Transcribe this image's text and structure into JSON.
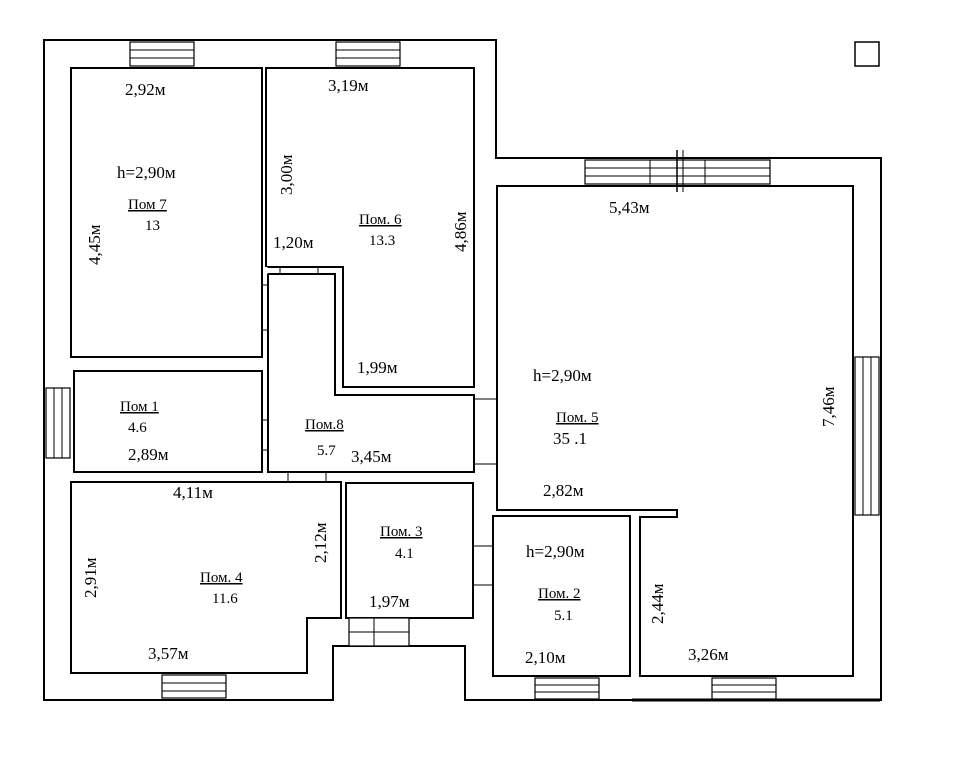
{
  "rooms": {
    "r7": {
      "name": "Пом 7",
      "area": "13",
      "height": "h=2,90м",
      "dims": [
        "2,92м",
        "4,45м"
      ]
    },
    "r6": {
      "name": "Пом. 6",
      "area": "13.3",
      "dims": [
        "3,19м",
        "3,00м",
        "4,86м",
        "1,20м",
        "1,99м"
      ]
    },
    "r1": {
      "name": "Пом 1",
      "area": "4.6",
      "dims": [
        "2,89м"
      ]
    },
    "r8": {
      "name": "Пом.8",
      "area": "5.7",
      "dims": [
        "3,45м"
      ]
    },
    "r5": {
      "name": "Пом. 5",
      "area": "35 .1",
      "height": "h=2,90м",
      "dims": [
        "5,43м",
        "7,46м",
        "2,82м",
        "2,44м",
        "3,26м"
      ]
    },
    "r4": {
      "name": "Пом. 4",
      "area": "11.6",
      "dims": [
        "4,11м",
        "2,91м",
        "2,12м",
        "3,57м"
      ]
    },
    "r3": {
      "name": "Пом. 3",
      "area": "4.1",
      "dims": [
        "1,97м"
      ]
    },
    "r2": {
      "name": "Пом. 2",
      "area": "5.1",
      "height": "h=2,90м",
      "dims": [
        "2,10м"
      ]
    }
  }
}
